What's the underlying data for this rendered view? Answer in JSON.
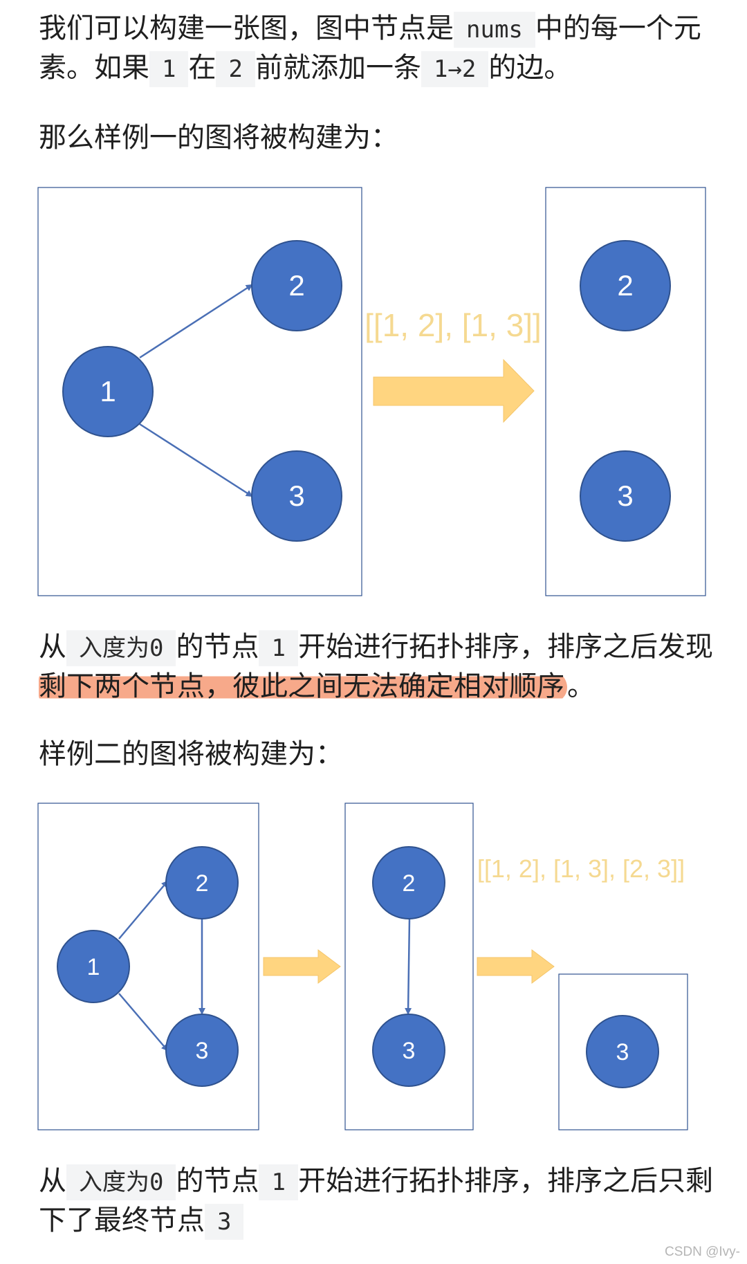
{
  "intro": {
    "t1": "我们可以构建一张图，图中节点是",
    "code_nums": "nums",
    "t2": "中的每一个元素。如果",
    "code_a": "1",
    "t3": "在",
    "code_b": "2",
    "t4": "前就添加一条",
    "code_edge": "1→2",
    "t5": "的边。"
  },
  "example1_heading": "那么样例一的图将被构建为：",
  "example1": {
    "sequence": "[[1, 2], [1, 3]]",
    "nodes": {
      "n1": "1",
      "n2": "2",
      "n3": "3",
      "r2": "2",
      "r3": "3"
    }
  },
  "explain1": {
    "t1": "从",
    "code_indeg": "入度为0",
    "t2": "的节点",
    "code_node": "1",
    "t3": "开始进行拓扑排序，排序之后发现",
    "highlight": "剩下两个节点，彼此之间无法确定相对顺序",
    "t4": "。"
  },
  "example2_heading": "样例二的图将被构建为：",
  "example2": {
    "sequence": "[[1, 2], [1, 3], [2, 3]]",
    "nodes": {
      "a1": "1",
      "a2": "2",
      "a3": "3",
      "b2": "2",
      "b3": "3",
      "c3": "3"
    }
  },
  "explain2": {
    "t1": "从",
    "code_indeg": "入度为0",
    "t2": "的节点",
    "code_node": "1",
    "t3": "开始进行拓扑排序，排序之后只剩下了最终节点",
    "code_last": "3"
  },
  "watermark": "CSDN @Ivy-",
  "colors": {
    "node_fill": "#4472c4",
    "node_stroke": "#2f528f",
    "arrow_fill": "#ffd580",
    "sequence_text": "#f5d991",
    "highlight": "#f7a98a"
  }
}
